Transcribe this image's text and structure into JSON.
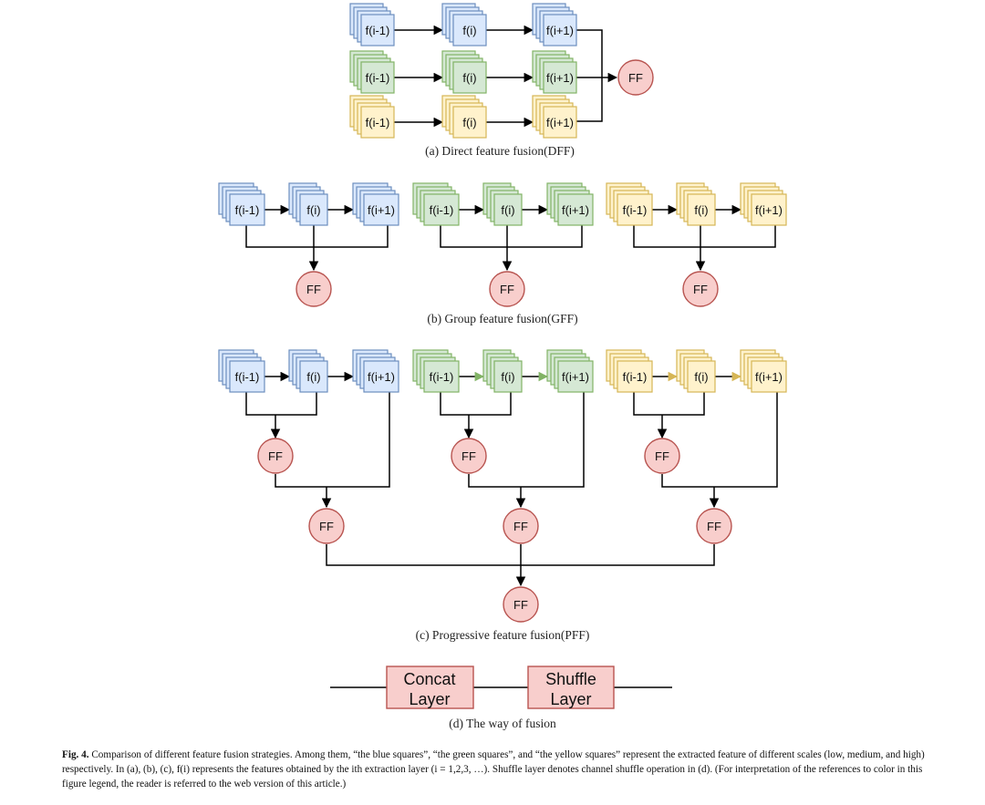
{
  "labels": {
    "prev": "f(i-1)",
    "cur": "f(i)",
    "next": "f(i+1)",
    "ff": "FF"
  },
  "colors": {
    "blue": {
      "fill": "#dae8fc",
      "stroke": "#6c8ebf"
    },
    "green": {
      "fill": "#d5e8d4",
      "stroke": "#82b366"
    },
    "yellow": {
      "fill": "#fff2cc",
      "stroke": "#d6b656"
    },
    "ff": {
      "fill": "#f8cecc",
      "stroke": "#b85450"
    }
  },
  "panels": {
    "a": {
      "caption": "(a) Direct feature fusion(DFF)"
    },
    "b": {
      "caption": "(b) Group feature fusion(GFF)"
    },
    "c": {
      "caption": "(c) Progressive feature fusion(PFF)"
    },
    "d": {
      "caption": "(d) The way of fusion",
      "boxes": [
        "Concat Layer",
        "Shuffle Layer"
      ]
    }
  },
  "legend": {
    "label": "Fig. 4.",
    "text": "Comparison of different feature fusion strategies. Among them, “the blue squares”, “the green squares”, and “the yellow squares” represent the extracted feature of different scales (low, medium, and high) respectively. In (a), (b), (c), f(i) represents the features obtained by the ith extraction layer (i = 1,2,3, …). Shuffle layer denotes channel shuffle operation in (d). (For interpretation of the references to color in this figure legend, the reader is referred to the web version of this article.)"
  }
}
